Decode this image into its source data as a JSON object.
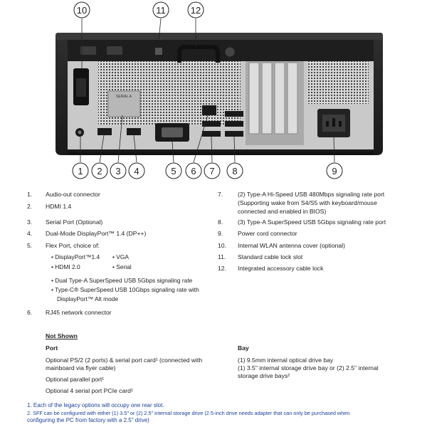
{
  "callouts": [
    "10",
    "11",
    "12",
    "1",
    "2",
    "3",
    "4",
    "5",
    "6",
    "7",
    "8",
    "9"
  ],
  "port_label": "SERIAL A",
  "left_items": [
    {
      "n": "1.",
      "t": "Audio-out connector"
    },
    {
      "n": "2.",
      "t": "HDMI 1.4"
    },
    {
      "n": "3.",
      "t": "Serial Port (Optional)"
    },
    {
      "n": "4.",
      "t": "Dual-Mode DisplayPort™ 1.4 (DP++)"
    },
    {
      "n": "5.",
      "t": "Flex Port, choice of:"
    }
  ],
  "flex": {
    "a1": "• DisplayPort™1.4",
    "a2": "• VGA",
    "b1": "• HDMI 2.0",
    "b2": "• Serial",
    "c": "• Dual Type-A SuperSpeed USB 5Gbps signaling rate",
    "d1": "• Type-C® SuperSpeed USB 10Gbps signaling rate with",
    "d2": "DisplayPort™ Alt mode"
  },
  "item6": {
    "n": "6.",
    "t": "RJ45 network connector"
  },
  "right_items": [
    {
      "n": "7.",
      "t1": "(2) Type-A Hi-Speed USB 480Mbps signaling rate port",
      "t2": "(Supporting wake from S4/S5 with keyboard/mouse",
      "t3": "connected and enabled in BIOS)"
    },
    {
      "n": "8.",
      "t1": "(3) Type-A SuperSpeed USB 5Gbps signaling rate port"
    },
    {
      "n": "9.",
      "t1": "Power cord connector"
    },
    {
      "n": "10.",
      "t1": "Internal WLAN antenna cover (optional)"
    },
    {
      "n": "11.",
      "t1": "Standard cable lock slot"
    },
    {
      "n": "12.",
      "t1": "Integrated accessory cable lock"
    }
  ],
  "not_shown": "Not Shown",
  "port_hdr": "Port",
  "bay_hdr": "Bay",
  "port_lines": {
    "l1": "Optional PS/2 (2 ports) & serial port card¹ (connected with",
    "l2": "mainboard via flyer cable)",
    "l3": "Optional parallel port¹",
    "l4": "Optional 4 serial port PCIe card¹"
  },
  "bay_lines": {
    "l1": "(1) 9.5mm internal optical drive bay",
    "l2": "(1) 3.5\" internal storage drive bay or (2) 2.5\" internal",
    "l3": "storage drive bays²"
  },
  "footnotes": {
    "f1": "1. Each of the legacy options will occupy one rear slot.",
    "f2": "2. SFF can be configured with either (1) 3.5\" or (2) 2.5\" internal storage drive (2.5-inch drive needs adapter that can only be purchased when",
    "f3": "configuring the PC from factory with a 2.5\" drive)"
  }
}
